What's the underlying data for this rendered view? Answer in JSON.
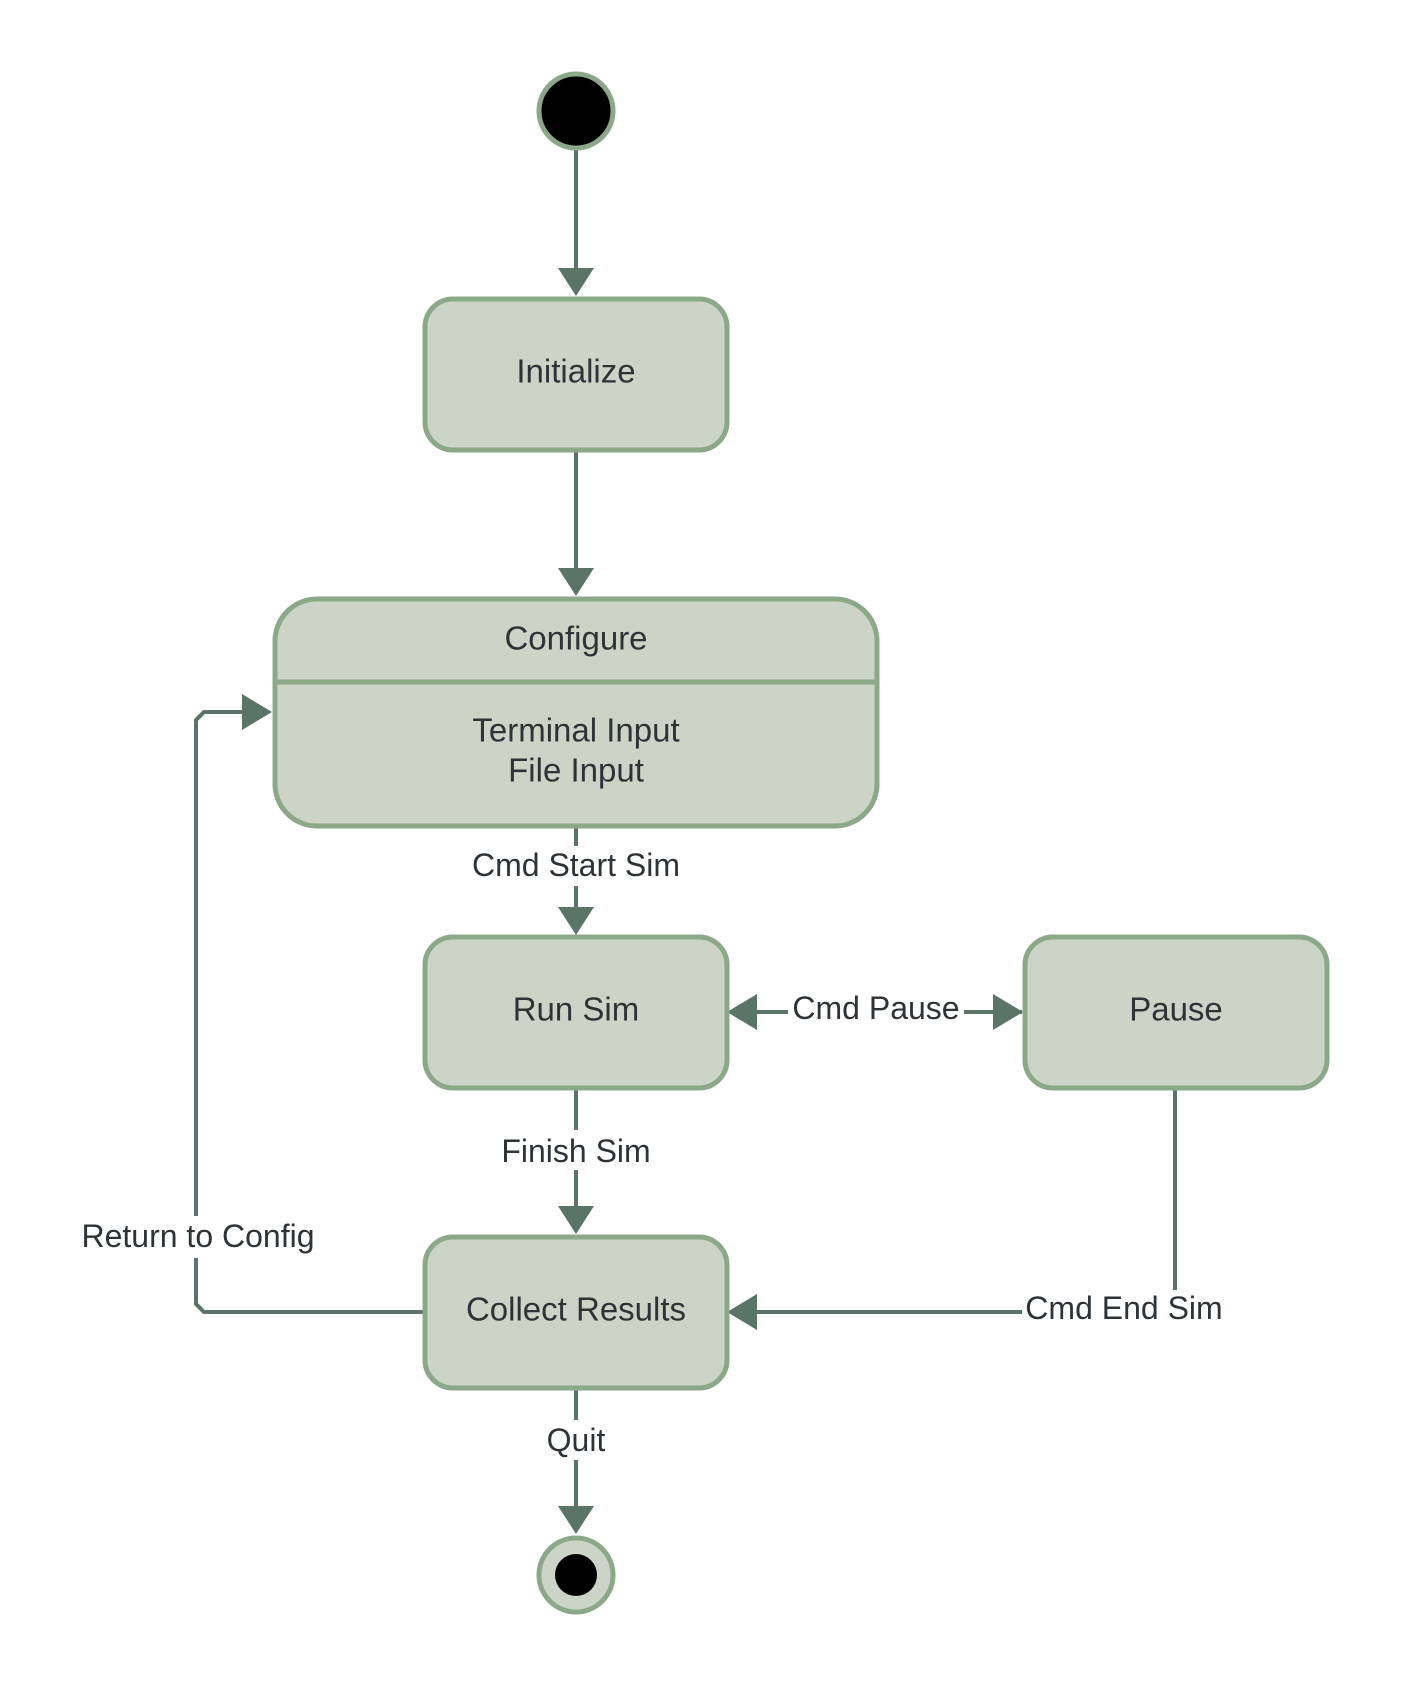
{
  "colors": {
    "node_fill": "#ccd4c7",
    "node_border": "#8ba888",
    "edge": "#5a7568",
    "text": "#2e3338",
    "start_end_dot": "#000000"
  },
  "nodes": {
    "initialize": "Initialize",
    "configure": {
      "title": "Configure",
      "activities": [
        "Terminal Input",
        "File Input"
      ]
    },
    "run_sim": "Run Sim",
    "pause": "Pause",
    "collect_results": "Collect Results"
  },
  "transitions": {
    "start_sim": "Cmd Start Sim",
    "pause": "Cmd Pause",
    "finish_sim": "Finish Sim",
    "end_sim": "Cmd End Sim",
    "return_config": "Return to Config",
    "quit": "Quit"
  }
}
